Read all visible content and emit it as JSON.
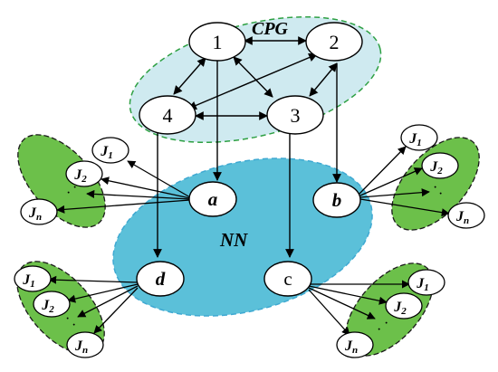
{
  "colors": {
    "cpg_fill": "#cfeaf0",
    "cpg_stroke": "#2ea043",
    "nn_fill": "#5bc0d9",
    "nn_stroke": "#3fa9d2",
    "joint_group_fill": "#6cc04a",
    "node_fill": "#ffffff",
    "edge": "#000000"
  },
  "cpg": {
    "label": "CPG",
    "nodes": [
      "1",
      "2",
      "3",
      "4"
    ]
  },
  "nn": {
    "label": "NN",
    "nodes": [
      "a",
      "b",
      "c",
      "d"
    ]
  },
  "joints": {
    "j1_main": "J",
    "j1_sub": "1",
    "j2_main": "J",
    "j2_sub": "2",
    "jn_main": "J",
    "jn_sub": "n",
    "dots": "·",
    "groups": [
      "group-a",
      "group-b",
      "group-c",
      "group-d"
    ]
  }
}
